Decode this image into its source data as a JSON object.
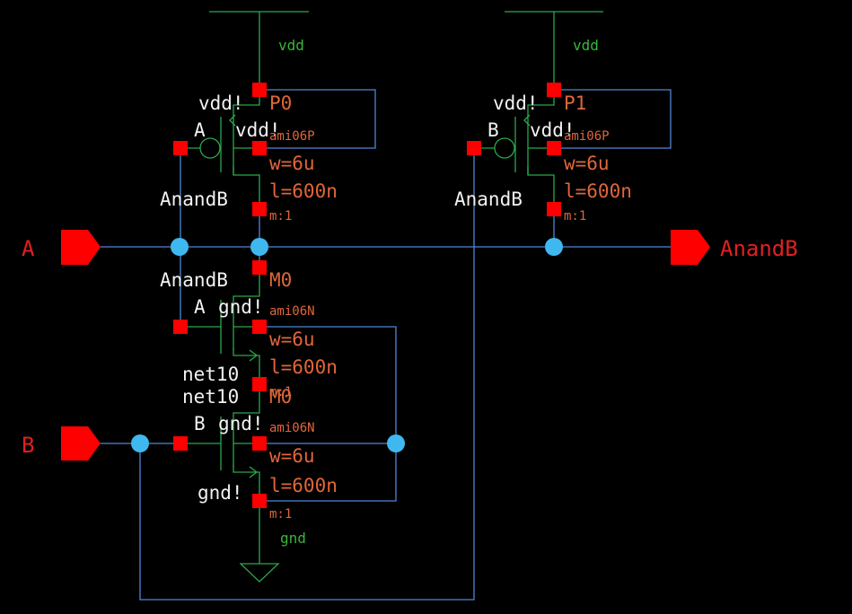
{
  "pins": {
    "in_a": "A",
    "in_b": "B",
    "out": "AnandB"
  },
  "supplies": {
    "vdd_left": "vdd",
    "vdd_right": "vdd",
    "gnd": "gnd"
  },
  "p0": {
    "net_source": "vdd!",
    "gate_net": "A",
    "body_net": "vdd!",
    "drain_net": "AnandB",
    "name": "P0",
    "model": "ami06P",
    "w": "w=6u",
    "l": "l=600n",
    "m": "m:1"
  },
  "p1": {
    "net_source": "vdd!",
    "gate_net": "B",
    "body_net": "vdd!",
    "drain_net": "AnandB",
    "name": "P1",
    "model": "ami06P",
    "w": "w=6u",
    "l": "l=600n",
    "m": "m:1"
  },
  "m0": {
    "net_drain": "AnandB",
    "gate_net": "A",
    "body_net": "gnd!",
    "source_net": "net10",
    "name": "M0",
    "model": "ami06N",
    "w": "w=6u",
    "l": "l=600n",
    "m": "m:1"
  },
  "m1": {
    "net_drain": "net10",
    "gate_net": "B",
    "body_net": "gnd!",
    "source_net": "gnd!",
    "name": "M0",
    "model": "ami06N",
    "w": "w=6u",
    "l": "l=600n",
    "m": "m:1"
  },
  "colors": {
    "background": "#000000",
    "wire": "#4f86d6",
    "device": "#2aa84a",
    "pin": "#ff0000",
    "junction": "#3fb8f0",
    "instance_text": "#e0663a",
    "net_text": "#f2f2f2"
  }
}
